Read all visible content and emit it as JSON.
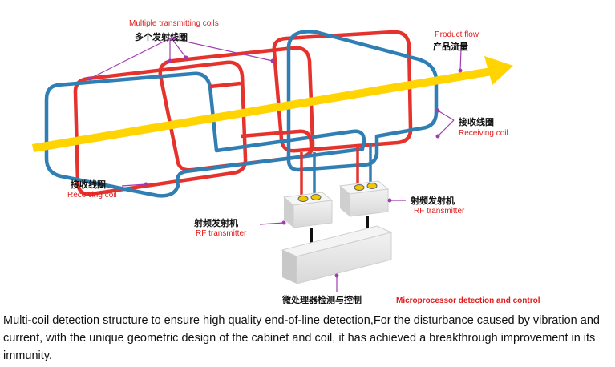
{
  "labels": {
    "multi_coil_en": "Multiple transmitting coils",
    "multi_coil_cn": "多个发射线圈",
    "product_flow_en": "Product flow",
    "product_flow_cn": "产品流量",
    "receiving_right_cn": "接收线圈",
    "receiving_right_en": "Receiving coil",
    "receiving_left_cn": "接收线圈",
    "receiving_left_en": "Receiving coil",
    "rf_right_cn": "射频发射机",
    "rf_right_en": "RF transmitter",
    "rf_left_cn": "射频发射机",
    "rf_left_en": "RF transmitter",
    "micro_cn": "微处理器检测与控制",
    "micro_en": "Microprocessor detection and control"
  },
  "caption": "Multi-coil detection structure to ensure high quality end-of-line detection,For the disturbance caused by vibration and current, with the unique geometric design of the cabinet and coil, it has achieved a breakthrough improvement in its immunity.",
  "colors": {
    "transmit_coil": "#e5322c",
    "receive_coil": "#2f7fb5",
    "product_flow": "#ffd400",
    "label_red": "#e01b1b",
    "leader_line": "#a23bb0",
    "box_face": "#e9e9e9"
  }
}
